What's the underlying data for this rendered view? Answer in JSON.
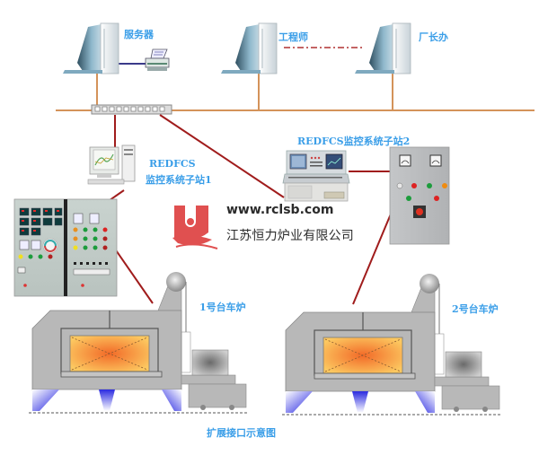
{
  "diagram": {
    "title": "扩展接口示意图",
    "nodes": {
      "server": {
        "label": "服务器"
      },
      "engineer": {
        "label": "工程师"
      },
      "factory_director": {
        "label": "厂长办"
      },
      "substation1": {
        "label_line1": "REDFCS",
        "label_line2": "监控系统子站1"
      },
      "substation2": {
        "label": "REDFCS监控系统子站2"
      },
      "furnace1": {
        "label": "1号台车炉"
      },
      "furnace2": {
        "label": "2号台车炉"
      }
    },
    "brand": {
      "url": "www.rclsb.com",
      "company": "江苏恒力炉业有限公司",
      "logo_color": "#e05050"
    },
    "colors": {
      "label_blue": "#3a9ee8",
      "network_line": "#d4935a",
      "link_line": "#a01c1c",
      "furnace_gray": "#b8b8b8",
      "furnace_heat": "#f7a040"
    }
  }
}
